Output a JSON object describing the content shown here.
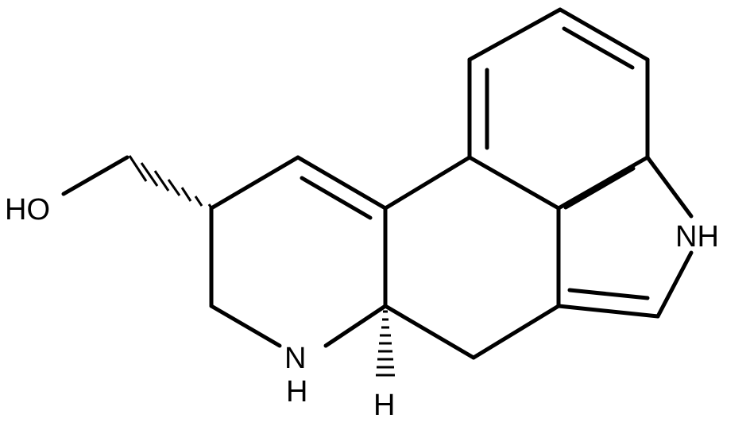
{
  "molecule": {
    "atoms": {
      "oh": "HO",
      "nh_indole": "NH",
      "n_ring": "N",
      "h_on_n": "H",
      "h_stereo": "H"
    }
  },
  "colors": {
    "bond": "#000000",
    "background": "#ffffff"
  }
}
